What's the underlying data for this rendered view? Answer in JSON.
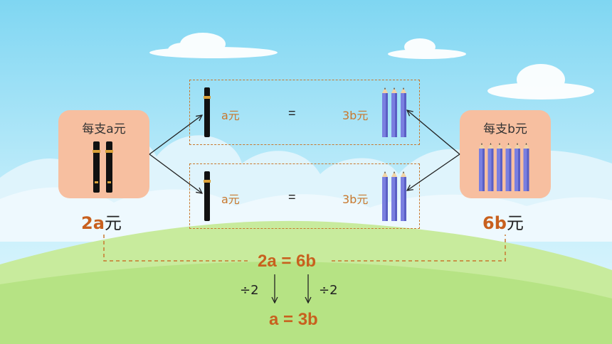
{
  "left_card": {
    "title": "每支a元",
    "total_coef": "2a",
    "total_unit": "元"
  },
  "right_card": {
    "title": "每支b元",
    "total_coef": "6b",
    "total_unit": "元"
  },
  "row1": {
    "left_price": "a元",
    "equals": "=",
    "right_price": "3b元"
  },
  "row2": {
    "left_price": "a元",
    "equals": "=",
    "right_price": "3b元"
  },
  "equation": "2a = 6b",
  "divide_left": "÷2",
  "divide_right": "÷2",
  "result": "a = 3b",
  "colors": {
    "accent": "#c8601e",
    "card": "#f7bfa0",
    "pencil": "#7a7fe0",
    "pen": "#111111",
    "dashed": "#c8782e"
  }
}
